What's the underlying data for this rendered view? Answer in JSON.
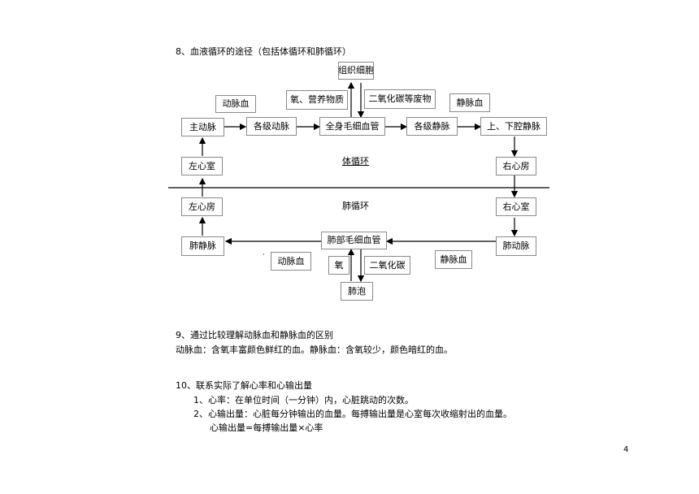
{
  "heading8": "8、血液循环的途径（包括体循环和肺循环）",
  "diagram": {
    "tissue_cells": "组织细胞",
    "oxygen_nutrients": "氧、营养物质",
    "co2_waste": "二氧化碳等废物",
    "arterial_blood_top": "动脉血",
    "venous_blood_top": "静脉血",
    "aorta": "主动脉",
    "arteries": "各级动脉",
    "body_capillaries": "全身毛细血管",
    "veins": "各级静脉",
    "vena_cava": "上、下腔静脉",
    "left_ventricle": "左心室",
    "systemic_circulation": "体循环",
    "right_atrium": "右心房",
    "left_atrium": "左心房",
    "pulmonary_circulation": "肺循环",
    "right_ventricle": "右心室",
    "pulmonary_vein": "肺静脉",
    "lung_capillaries": "肺部毛细血管",
    "pulmonary_artery": "肺动脉",
    "arterial_blood_bottom": "动脉血",
    "oxygen": "氧",
    "co2": "二氧化碳",
    "venous_blood_bottom": "静脉血",
    "alveoli": "肺泡",
    "dot": "·"
  },
  "heading9": "9、通过比较理解动脉血和静脉血的区别",
  "line9": "动脉血：含氧丰富颜色鲜红的血。静脉血：含氧较少，颜色暗红的血。",
  "heading10": "10、联系实际了解心率和心输出量",
  "item1": "1、心率：在单位时间（一分钟）内，心脏跳动的次数。",
  "item2": "2、心输出量：心脏每分钟输出的血量。每搏输出量是心室每次收缩射出的血量。",
  "formula": "心输出量=每搏输出量×心率",
  "page_number": "4"
}
